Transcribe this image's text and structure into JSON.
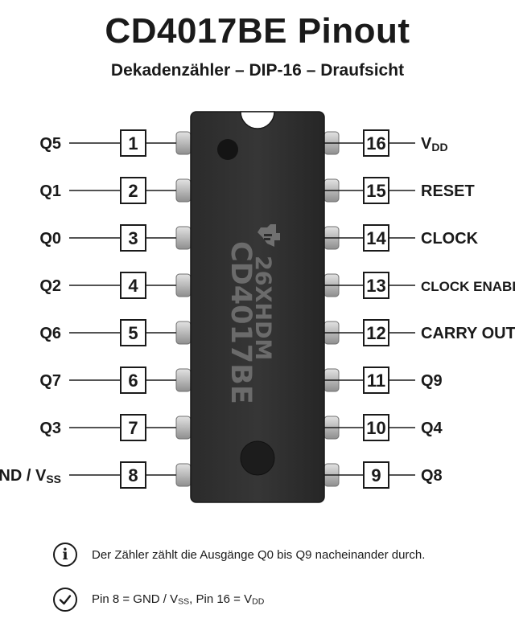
{
  "header": {
    "title": "CD4017BE Pinout",
    "subtitle": "Dekadenzähler – DIP-16 – Draufsicht"
  },
  "chip": {
    "marking_line1": "26XHDM",
    "marking_line2": "CD4017BE",
    "logo_icon": "ti-logo-icon"
  },
  "pins_left": [
    {
      "number": "1",
      "label": "Q5"
    },
    {
      "number": "2",
      "label": "Q1"
    },
    {
      "number": "3",
      "label": "Q0"
    },
    {
      "number": "4",
      "label": "Q2"
    },
    {
      "number": "5",
      "label": "Q6"
    },
    {
      "number": "6",
      "label": "Q7"
    },
    {
      "number": "7",
      "label": "Q3"
    },
    {
      "number": "8",
      "label": "GND / V",
      "label_sub": "SS"
    }
  ],
  "pins_right": [
    {
      "number": "16",
      "label": "V",
      "label_sub": "DD"
    },
    {
      "number": "15",
      "label": "RESET"
    },
    {
      "number": "14",
      "label": "CLOCK"
    },
    {
      "number": "13",
      "label": "CLOCK ENABLE"
    },
    {
      "number": "12",
      "label": "CARRY OUT"
    },
    {
      "number": "11",
      "label": "Q9"
    },
    {
      "number": "10",
      "label": "Q4"
    },
    {
      "number": "9",
      "label": "Q8"
    }
  ],
  "notes": {
    "info_icon": "info-icon",
    "info_text": "Der Zähler zählt die Ausgänge Q0 bis Q9 nacheinander durch.",
    "check_icon": "check-circle-icon",
    "check_text_a": "Pin 8 = GND / V",
    "check_text_a_sub": "SS",
    "check_text_b": ", Pin 16 = V",
    "check_text_b_sub": "DD"
  }
}
